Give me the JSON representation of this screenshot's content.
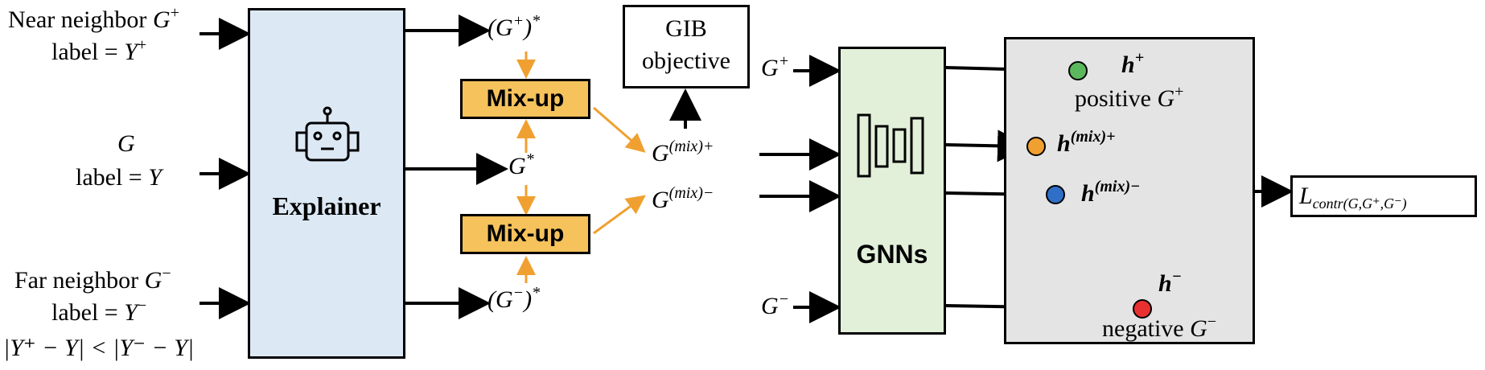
{
  "inputs": {
    "near": {
      "line1": "Near neighbor ",
      "sym": "G",
      "sup": "+",
      "line2": "label = ",
      "lab": "Y",
      "labsup": "+"
    },
    "mid": {
      "sym": "G",
      "line2": "label = ",
      "lab": "Y"
    },
    "far": {
      "line1": "Far neighbor ",
      "sym": "G",
      "sup": "−",
      "line2": "label = ",
      "lab": "Y",
      "labsup": "−"
    },
    "constraint": "|Y⁺ − Y| < |Y⁻ − Y|"
  },
  "explainer": {
    "label": "Explainer",
    "icon": "robot-icon"
  },
  "explained": {
    "pos": {
      "sym": "(G",
      "sup": "+",
      "close": ")",
      "star": "*"
    },
    "mid": {
      "sym": "G",
      "star": "*"
    },
    "neg": {
      "sym": "(G",
      "sup": "−",
      "close": ")",
      "star": "*"
    }
  },
  "mixup": {
    "top": "Mix-up",
    "bottom": "Mix-up"
  },
  "gib": {
    "line1": "GIB",
    "line2": "objective"
  },
  "mixed": {
    "pos": {
      "sym": "G",
      "sup": "(mix)+"
    },
    "neg": {
      "sym": "G",
      "sup": "(mix)−"
    }
  },
  "gnn_inputs": {
    "pos": {
      "sym": "G",
      "sup": "+"
    },
    "neg": {
      "sym": "G",
      "sup": "−"
    }
  },
  "gnns": {
    "label": "GNNs",
    "icon": "neural-network-icon"
  },
  "embeddings": {
    "h_pos": {
      "sym": "h",
      "sup": "+"
    },
    "pos_caption": {
      "word": "positive ",
      "sym": "G",
      "sup": "+"
    },
    "h_mixpos": {
      "sym": "h",
      "sup": "(mix)+"
    },
    "h_mixneg": {
      "sym": "h",
      "sup": "(mix)−"
    },
    "h_neg": {
      "sym": "h",
      "sup": "−"
    },
    "neg_caption": {
      "word": "negative ",
      "sym": "G",
      "sup": "−"
    }
  },
  "loss": {
    "sym": "L",
    "sub": "contr(G,G⁺,G⁻)"
  },
  "colors": {
    "explainer_fill": "#dce9f5",
    "gnn_fill": "#e2f0d9",
    "embed_fill": "#e4e4e4",
    "mixup_fill": "#f5c25c",
    "orange_arrow": "#f0a030",
    "green_node": "#5cb85c",
    "orange_node": "#f0a030",
    "blue_node": "#2e6fc7",
    "red_node": "#e83030",
    "positive_link": "#7cb342",
    "negative_link": "#e83030"
  }
}
